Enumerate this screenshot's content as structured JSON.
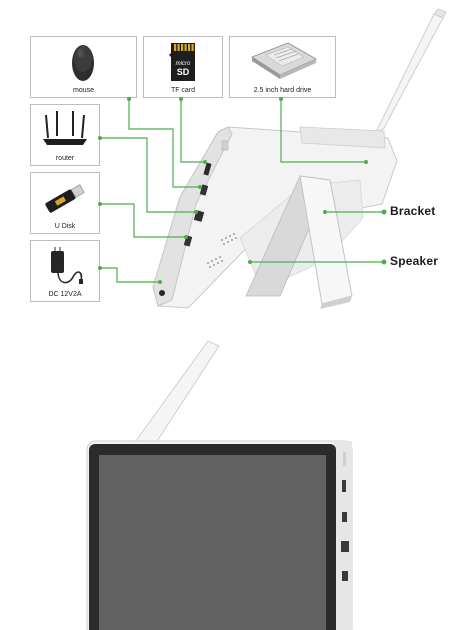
{
  "accessories": {
    "mouse": "mouse",
    "tf_card": "TF card",
    "tf_card_print_top": "micro",
    "tf_card_print_bottom": "SD",
    "hard_drive": "2.5 inch hard drive",
    "router": "router",
    "u_disk": "U Disk",
    "power_adapter": "DC 12V2A"
  },
  "callouts": {
    "bracket": "Bracket",
    "speaker": "Speaker"
  },
  "colors": {
    "connector_line": "#4fae4a",
    "box_border": "#bdbdbd",
    "device_body": "#f2f2f2",
    "screen": "#5e5e5e",
    "bezel": "#2b2b2b"
  }
}
